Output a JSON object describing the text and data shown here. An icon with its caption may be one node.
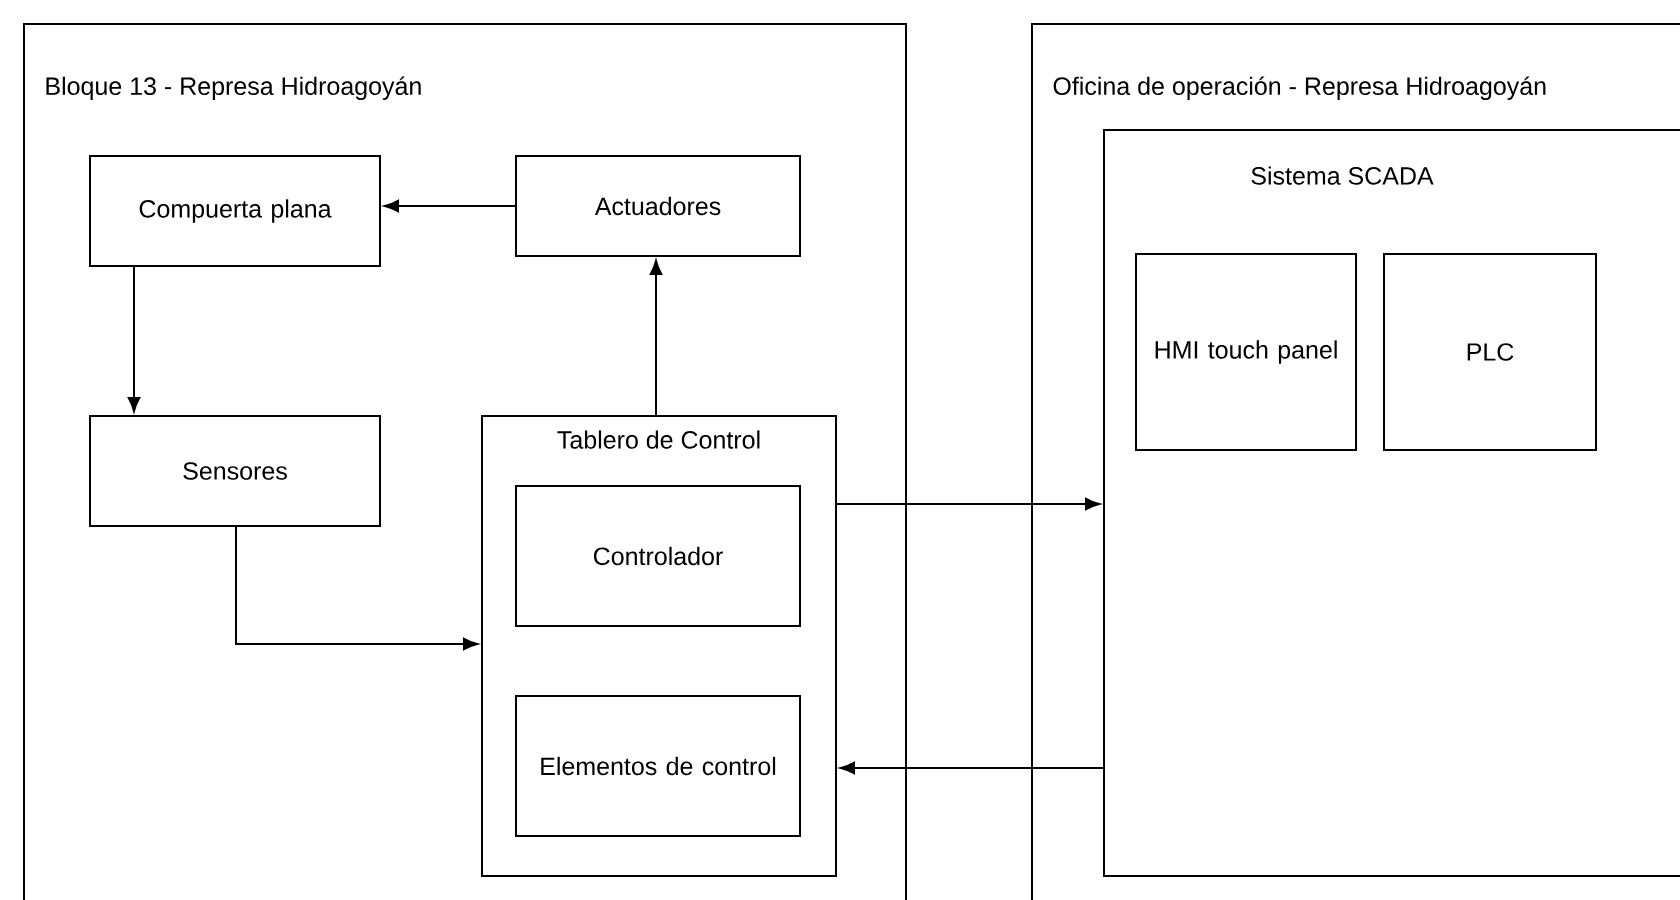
{
  "diagram": {
    "nodes": [
      {
        "text": [
          "Bloque 13 - Represa Hidroagoyán"
        ]
      },
      {
        "text": [
          "Compuerta plana"
        ],
        "in": 0
      },
      {
        "text": [
          "Actuadores"
        ],
        "in": 0
      },
      {
        "text": [
          "Sensores"
        ],
        "in": 0
      },
      {
        "text": [
          "Tablero de Control"
        ],
        "in": 0
      },
      {
        "text": [
          "Controlador"
        ],
        "in": 4
      },
      {
        "text": [
          "Elementos de control"
        ],
        "in": 4
      },
      {
        "text": [
          "Oficina de operación - Represa Hidroagoyán"
        ]
      },
      {
        "text": [
          "Sistema SCADA"
        ],
        "in": 7
      },
      {
        "text": [
          "HMI touch panel"
        ],
        "in": 8
      },
      {
        "text": [
          "PLC"
        ],
        "in": 8
      }
    ],
    "edges": [
      {
        "from": 2,
        "to": 1,
        "arrow": "to"
      },
      {
        "from": 1,
        "to": 3,
        "arrow": "to"
      },
      {
        "from": 3,
        "to": 4,
        "arrow": "to"
      },
      {
        "from": 4,
        "to": 2,
        "arrow": "to"
      },
      {
        "from": 4,
        "to": 8,
        "arrow": "to"
      },
      {
        "from": 8,
        "to": 4,
        "arrow": "to"
      }
    ]
  }
}
